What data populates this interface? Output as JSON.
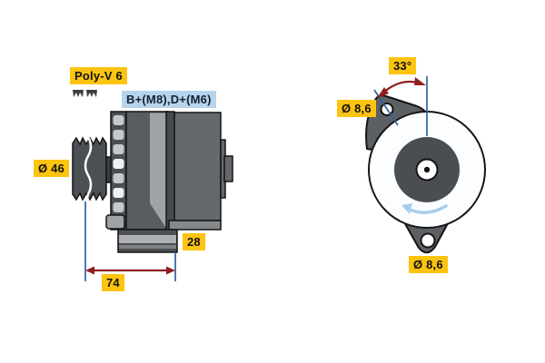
{
  "page": {
    "description": "Alternator technical drawing with side view and rear view, dimension callouts"
  },
  "side_view": {
    "belt_label": "Poly-V 6",
    "terminals_label": "B+(M8),D+(M6)",
    "pulley_diameter_label": "Ø 46",
    "foot_width_label": "28",
    "mount_span_label": "74"
  },
  "rear_view": {
    "angle_label": "33°",
    "top_hole_label": "Ø 8,6",
    "bottom_hole_label": "Ø 8,6"
  },
  "colors": {
    "page_bg": "#ffffff",
    "label_yellow": "#fcc40f",
    "label_blue": "#b6d4ec",
    "dim_red": "#8e1f1f",
    "dim_blue": "#2f62a0",
    "rotation_blue": "#a9cdeb",
    "body_dark": "#4c5054",
    "body_front": "#595d61",
    "body_rear": "#65686c",
    "body_light": "#9fa3a6",
    "foot_band": "#aeb1b4",
    "ear_gray": "#5c6064",
    "face_white": "#fcfdfe",
    "rotor_gray": "#4a4e52"
  }
}
